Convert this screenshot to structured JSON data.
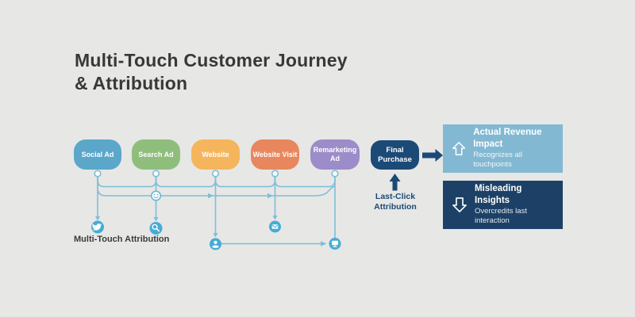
{
  "background": "#E7E7E5",
  "title": {
    "line1": "Multi-Touch Customer Journey",
    "line2": "& Attribution"
  },
  "journey": {
    "nodes": [
      {
        "label": "Social Ad",
        "color": "#5BA7C9"
      },
      {
        "label": "Search Ad",
        "color": "#8FBE7C"
      },
      {
        "label": "Website",
        "color": "#F5B55C"
      },
      {
        "label": "Website Visit",
        "color": "#E8875E"
      },
      {
        "label": "Remarketing Ad",
        "color": "#9C8CC9"
      }
    ],
    "final_node": {
      "label": "Final Purchase",
      "color": "#1C4A77"
    },
    "multi_touch_label": "Multi-Touch Attribution",
    "last_click_label": "Last-Click Attribution",
    "line_color": "#7EBED9",
    "icon_circle_color": "#45ACD6",
    "touchpoint_icons": [
      "twitter-bird",
      "magnifier",
      "smiley",
      "user",
      "envelope",
      "monitor"
    ]
  },
  "outcomes": [
    {
      "title": "Actual Revenue Impact",
      "subtitle": "Recognizes all touchpoints",
      "color": "#83B8D3",
      "icon": "arrow-up-outline"
    },
    {
      "title": "Misleading Insights",
      "subtitle": "Overcredits last interaction",
      "color": "#1D4166",
      "icon": "arrow-down-outline"
    }
  ],
  "arrow_color": "#1C4A77"
}
